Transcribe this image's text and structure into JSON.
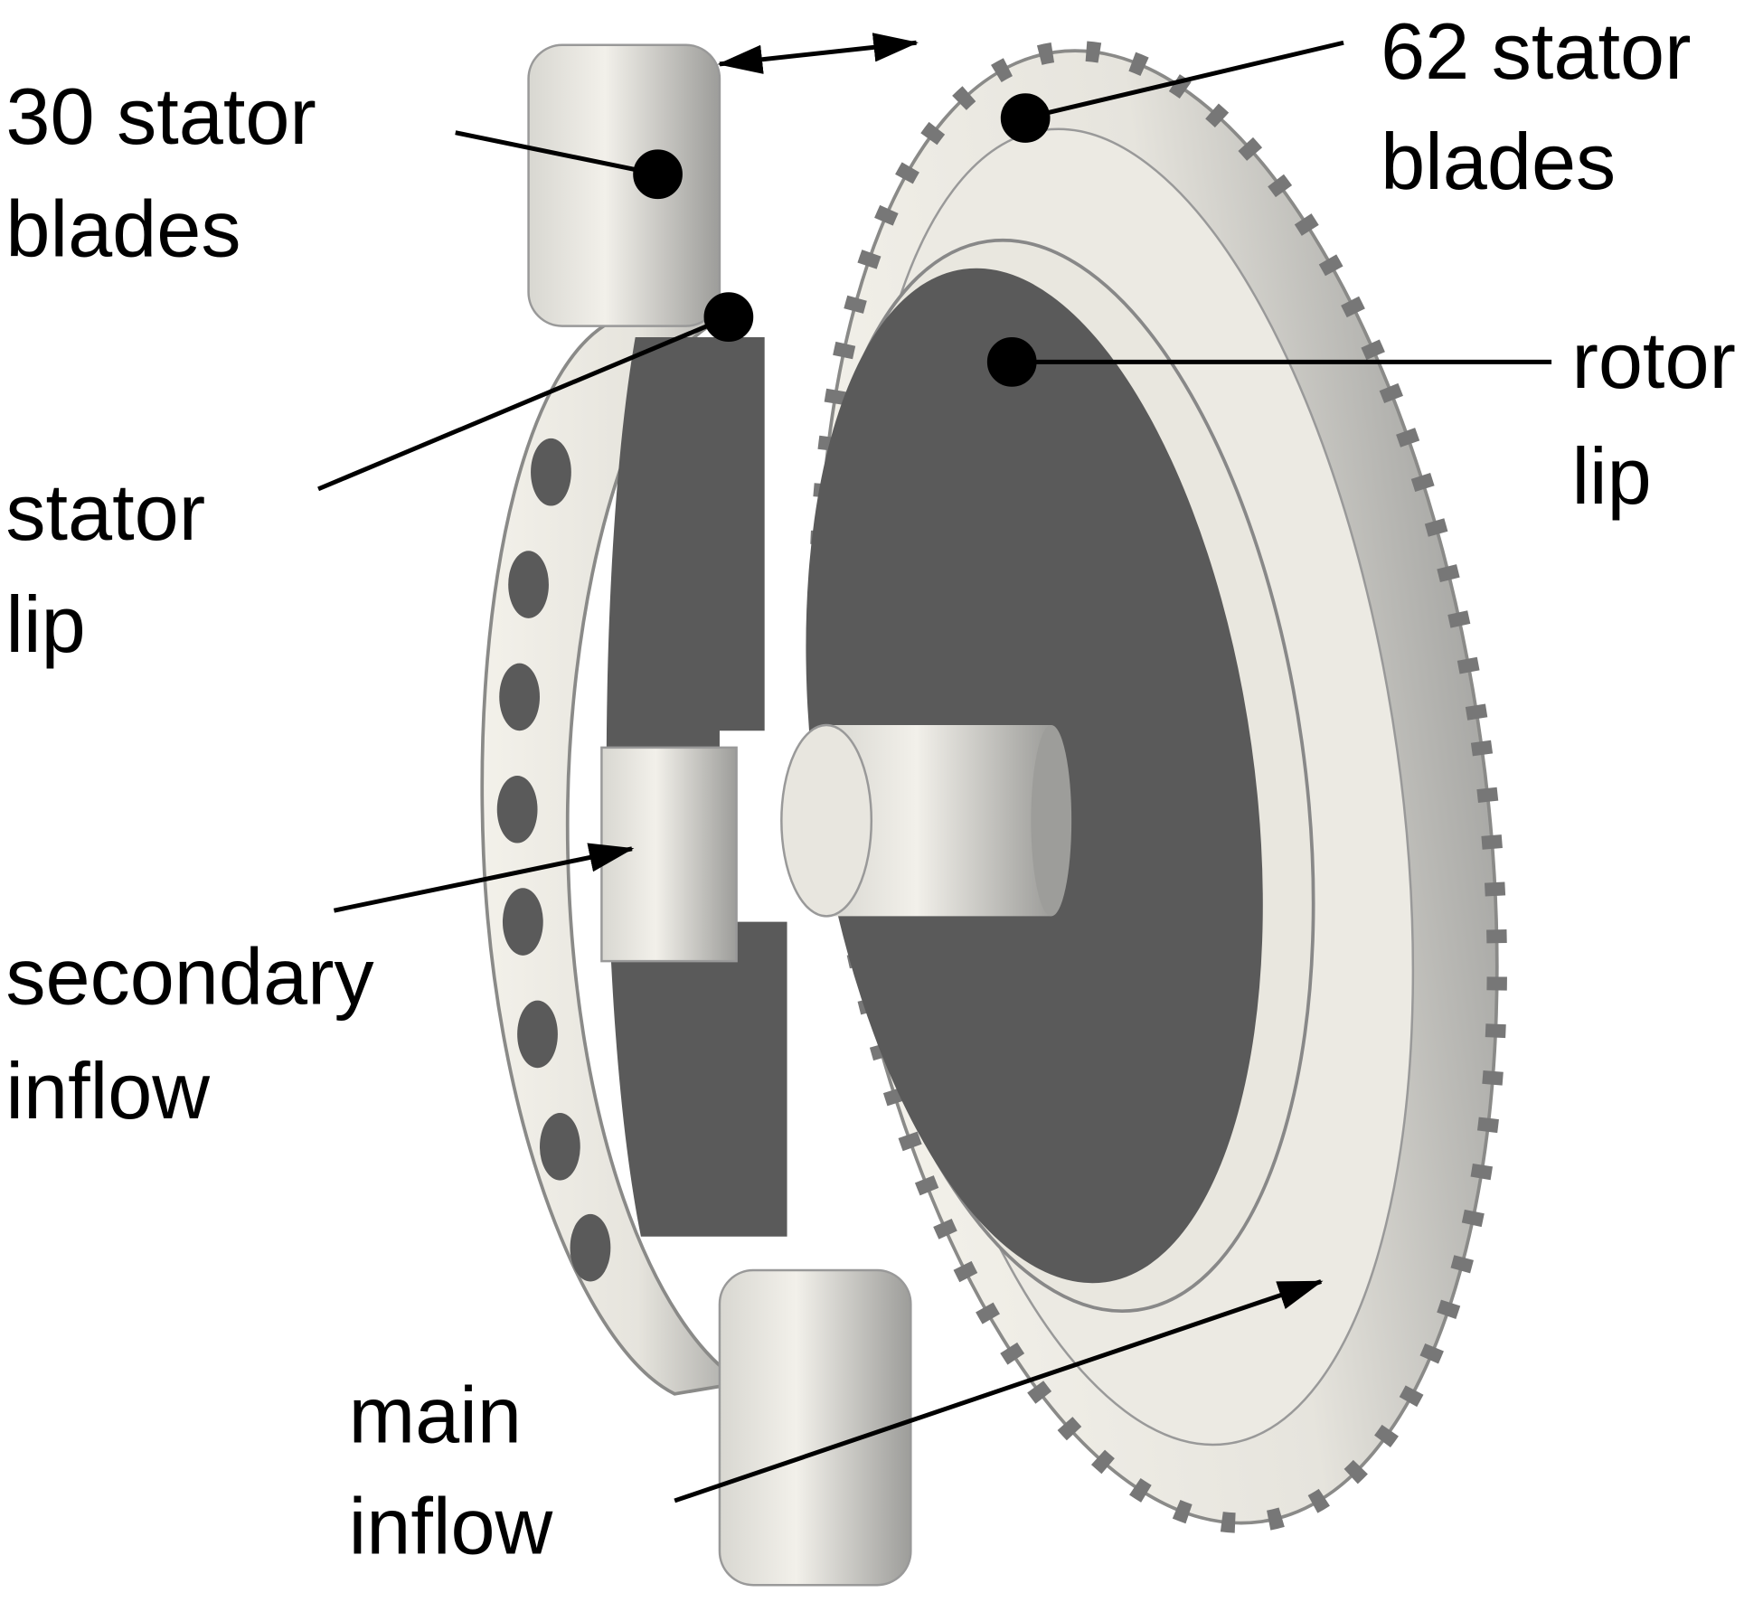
{
  "labels": {
    "stator30": {
      "line1": "30 stator",
      "line2": "blades"
    },
    "stator62": {
      "line1": "62 stator",
      "line2": "blades"
    },
    "rotor_lip": {
      "line1": "rotor",
      "line2": "lip"
    },
    "stator_lip": {
      "line1": "stator",
      "line2": "lip"
    },
    "secondary_inflow": {
      "line1": "secondary",
      "line2": "inflow"
    },
    "main_inflow": {
      "line1": "main",
      "line2": "inflow"
    }
  },
  "colors": {
    "surface_light": "#efede6",
    "surface_mid": "#b9b9b6",
    "surface_dark": "#5a5a5a",
    "annotation": "#000000"
  }
}
